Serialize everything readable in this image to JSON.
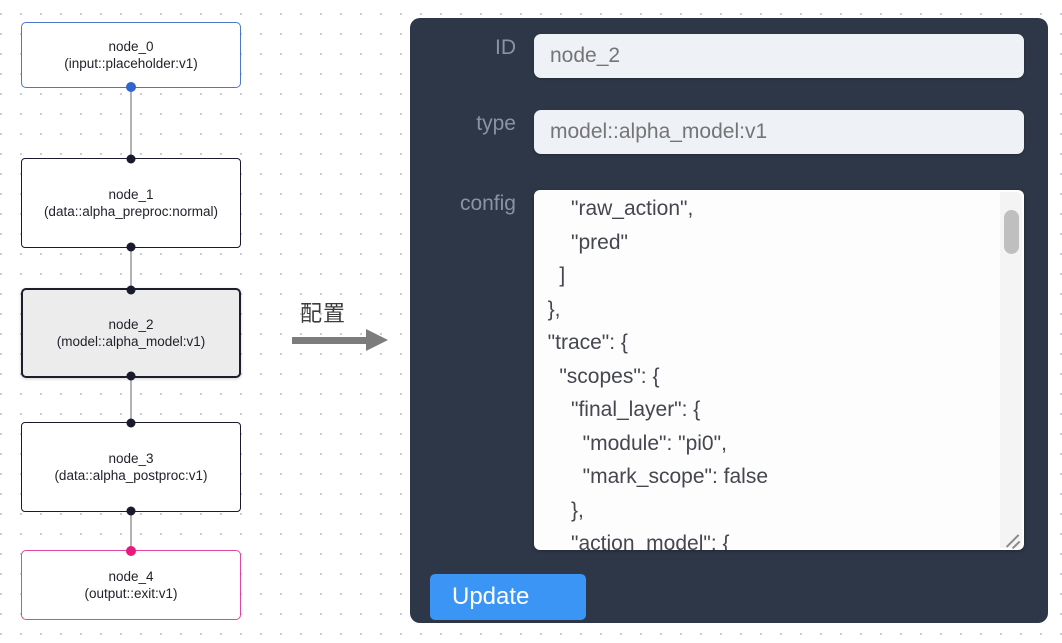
{
  "canvas": {
    "nodes": [
      {
        "id": "node_0",
        "type": "(input::placeholder:v1)",
        "variant": "input",
        "selected": false
      },
      {
        "id": "node_1",
        "type": "(data::alpha_preproc:normal)",
        "variant": "default",
        "selected": false
      },
      {
        "id": "node_2",
        "type": "(model::alpha_model:v1)",
        "variant": "default",
        "selected": true
      },
      {
        "id": "node_3",
        "type": "(data::alpha_postproc:v1)",
        "variant": "default",
        "selected": false
      },
      {
        "id": "node_4",
        "type": "(output::exit:v1)",
        "variant": "output",
        "selected": false
      }
    ],
    "node_labels": {
      "node_0_id": "node_0",
      "node_0_type": "(input::placeholder:v1)",
      "node_1_id": "node_1",
      "node_1_type": "(data::alpha_preproc:normal)",
      "node_2_id": "node_2",
      "node_2_type": "(model::alpha_model:v1)",
      "node_3_id": "node_3",
      "node_3_type": "(data::alpha_postproc:v1)",
      "node_4_id": "node_4",
      "node_4_type": "(output::exit:v1)"
    },
    "colors": {
      "input_border": "#4a7ac7",
      "output_border": "#e0479e",
      "default_border": "#1a1a2e",
      "selected_fill": "#ececed",
      "edge": "#b1b1b7",
      "handle": "#1a1a2e",
      "handle_input": "#2f66d0",
      "handle_output": "#e8197f",
      "dot_grid": "#c9cdd4"
    }
  },
  "annotation": {
    "label": "配置",
    "arrow_icon": "arrow-right-icon",
    "color": "#7c7c7c"
  },
  "inspector": {
    "labels": {
      "id": "ID",
      "type": "type",
      "config": "config"
    },
    "values": {
      "id": "node_2",
      "type": "model::alpha_model:v1",
      "config": "      \"raw_action\",\n      \"pred\"\n    ]\n  },\n  \"trace\": {\n    \"scopes\": {\n      \"final_layer\": {\n        \"module\": \"pi0\",\n        \"mark_scope\": false\n      },\n      \"action_model\": {"
    },
    "placeholders": {
      "id": "node_2",
      "type": "model::alpha_model:v1"
    },
    "update_label": "Update",
    "colors": {
      "panel_bg": "#2e3747",
      "label_text": "#8a93a4",
      "input_bg": "#eef1f6",
      "input_text": "#8a8f99",
      "textarea_bg": "#fdfdfd",
      "textarea_text": "#44474e",
      "button_bg": "#3b95f5",
      "button_text": "#ffffff",
      "scrollbar_thumb": "#bfbfbf"
    }
  }
}
